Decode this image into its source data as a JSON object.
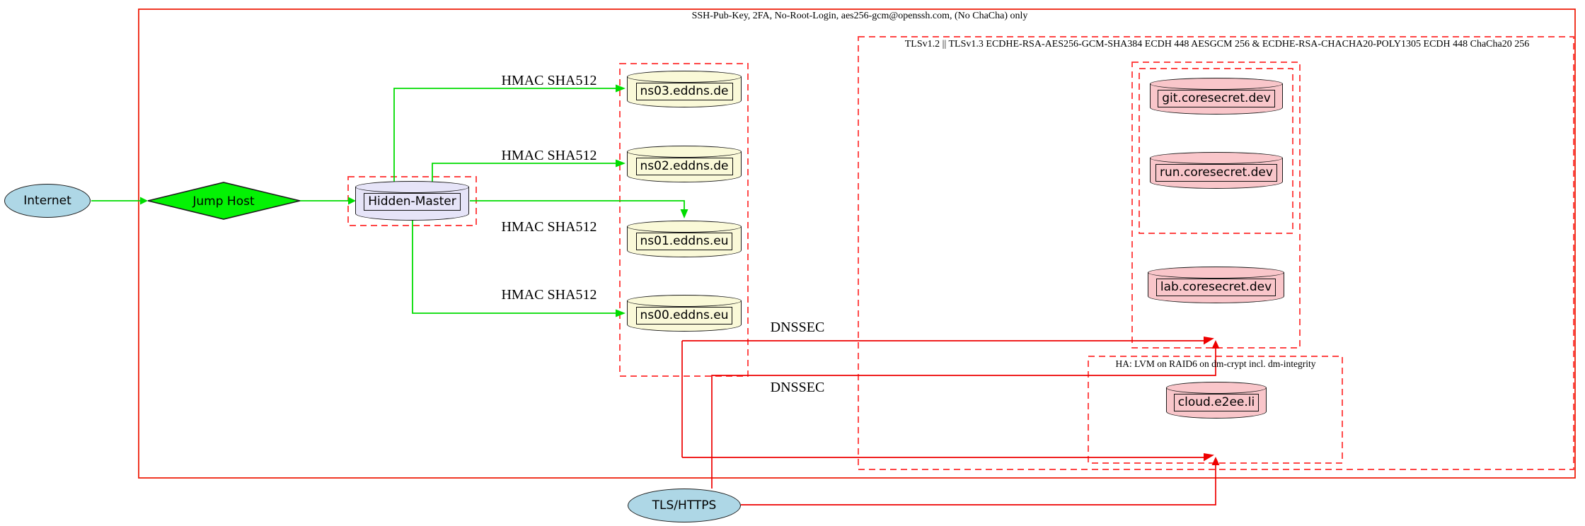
{
  "diagram": {
    "clusters": {
      "ssh": {
        "label": "SSH-Pub-Key, 2FA, No-Root-Login, aes256-gcm@openssh.com, (No ChaCha) only",
        "border_color": "#ee1500",
        "style": "solid"
      },
      "tls": {
        "label": "TLSv1.2 || TLSv1.3 ECDHE-RSA-AES256-GCM-SHA384 ECDH 448 AESGCM 256 & ECDHE-RSA-CHACHA20-POLY1305 ECDH 448 ChaCha20 256",
        "border_color": "#ff2c2c",
        "style": "dashed"
      },
      "ha": {
        "label": "HA: LVM on RAID6 on dm-crypt incl. dm-integrity",
        "border_color": "#ff2c2c",
        "style": "dashed"
      },
      "nameservers": {
        "label": "",
        "style": "dashed"
      },
      "hidden_master_box": {
        "label": "",
        "style": "dashed"
      },
      "coresecret": {
        "label": "",
        "style": "dashed"
      },
      "git_run_box": {
        "label": "",
        "style": "dashed"
      }
    },
    "nodes": {
      "internet": {
        "label": "Internet",
        "shape": "ellipse",
        "fill": "#aed7e6"
      },
      "jump_host": {
        "label": "Jump Host",
        "shape": "diamond",
        "fill": "#04f204"
      },
      "hidden_master": {
        "label": "Hidden-Master",
        "shape": "cylinder",
        "fill": "#e6e4f8"
      },
      "ns": [
        {
          "label": "ns03.eddns.de",
          "shape": "cylinder",
          "fill": "#faf9d8"
        },
        {
          "label": "ns02.eddns.de",
          "shape": "cylinder",
          "fill": "#faf9d8"
        },
        {
          "label": "ns01.eddns.eu",
          "shape": "cylinder",
          "fill": "#faf9d8"
        },
        {
          "label": "ns00.eddns.eu",
          "shape": "cylinder",
          "fill": "#faf9d8"
        }
      ],
      "services": [
        {
          "label": "git.coresecret.dev",
          "shape": "cylinder",
          "fill": "#f9c6ca"
        },
        {
          "label": "run.coresecret.dev",
          "shape": "cylinder",
          "fill": "#f9c6ca"
        },
        {
          "label": "lab.coresecret.dev",
          "shape": "cylinder",
          "fill": "#f9c6ca"
        }
      ],
      "cloud": {
        "label": "cloud.e2ee.li",
        "shape": "cylinder",
        "fill": "#f9c6ca"
      },
      "tls_https": {
        "label": "TLS/HTTPS",
        "shape": "ellipse",
        "fill": "#aed7e6"
      }
    },
    "edge_labels": {
      "hmac_ns03": "HMAC SHA512",
      "hmac_ns02": "HMAC SHA512",
      "hmac_ns01": "HMAC SHA512",
      "hmac_ns00": "HMAC SHA512",
      "dnssec_1": "DNSSEC",
      "dnssec_2": "DNSSEC"
    },
    "colors": {
      "green_edge": "#00dc00",
      "red_edge": "#ee0000",
      "red_dashed": "#ff2c2c",
      "node_stroke": "#1c1c1c"
    }
  }
}
